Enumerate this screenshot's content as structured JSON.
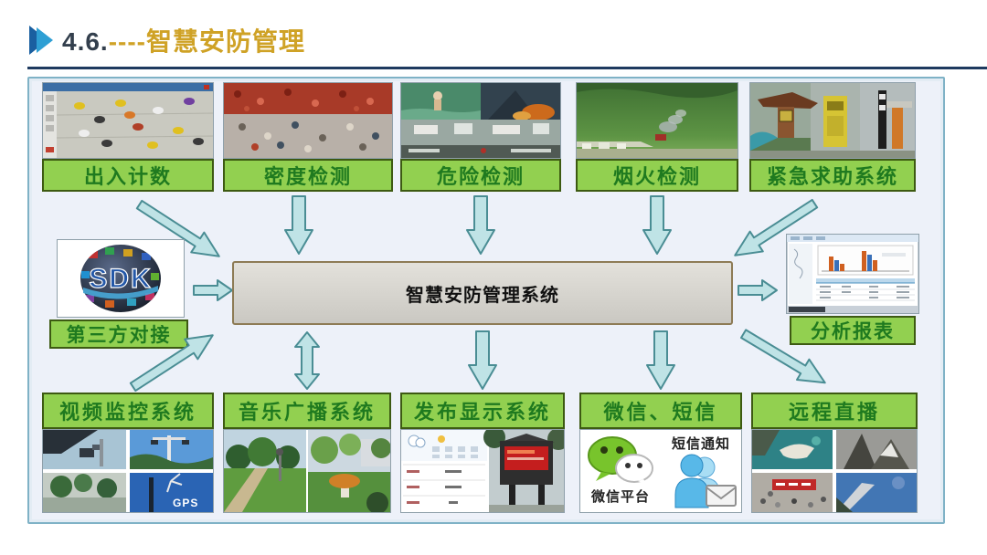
{
  "header": {
    "section_number": "4.6.",
    "dashes": "----",
    "title": "智慧安防管理"
  },
  "diagram": {
    "center_system": "智慧安防管理系统",
    "top_items": [
      {
        "label": "出入计数",
        "image": "overhead-people-counting-software"
      },
      {
        "label": "密度检测",
        "image": "crowd-density-photo"
      },
      {
        "label": "危险检测",
        "image": "waterside-danger-collage"
      },
      {
        "label": "烟火检测",
        "image": "forest-smoke-photo"
      },
      {
        "label": "紧急求助系统",
        "image": "emergency-call-post-photo"
      }
    ],
    "left_source": {
      "label": "第三方对接",
      "image_text": "SDK"
    },
    "right_output": {
      "label": "分析报表",
      "image": "report-software-screenshot"
    },
    "bottom_items": [
      {
        "label": "视频监控系统",
        "image_caption": "GPS"
      },
      {
        "label": "音乐广播系统",
        "image": "park-speaker-photos"
      },
      {
        "label": "发布显示系统",
        "image": "weather-ui-and-led-sign"
      },
      {
        "label": "微信、短信",
        "captions": {
          "wechat": "微信平台",
          "sms": "短信通知"
        }
      },
      {
        "label": "远程直播",
        "image": "scenic-live-camera-collage"
      }
    ],
    "colors": {
      "label_bg": "#92d050",
      "label_text": "#1f7a1f",
      "label_border": "#3d5a12",
      "arrow_fill": "#bfe3e6",
      "arrow_stroke": "#4a8d94",
      "frame_border": "#7fb2c6",
      "center_box_border": "#8d7b55",
      "title_gold": "#cfa226",
      "title_navy": "#333f4d"
    }
  }
}
